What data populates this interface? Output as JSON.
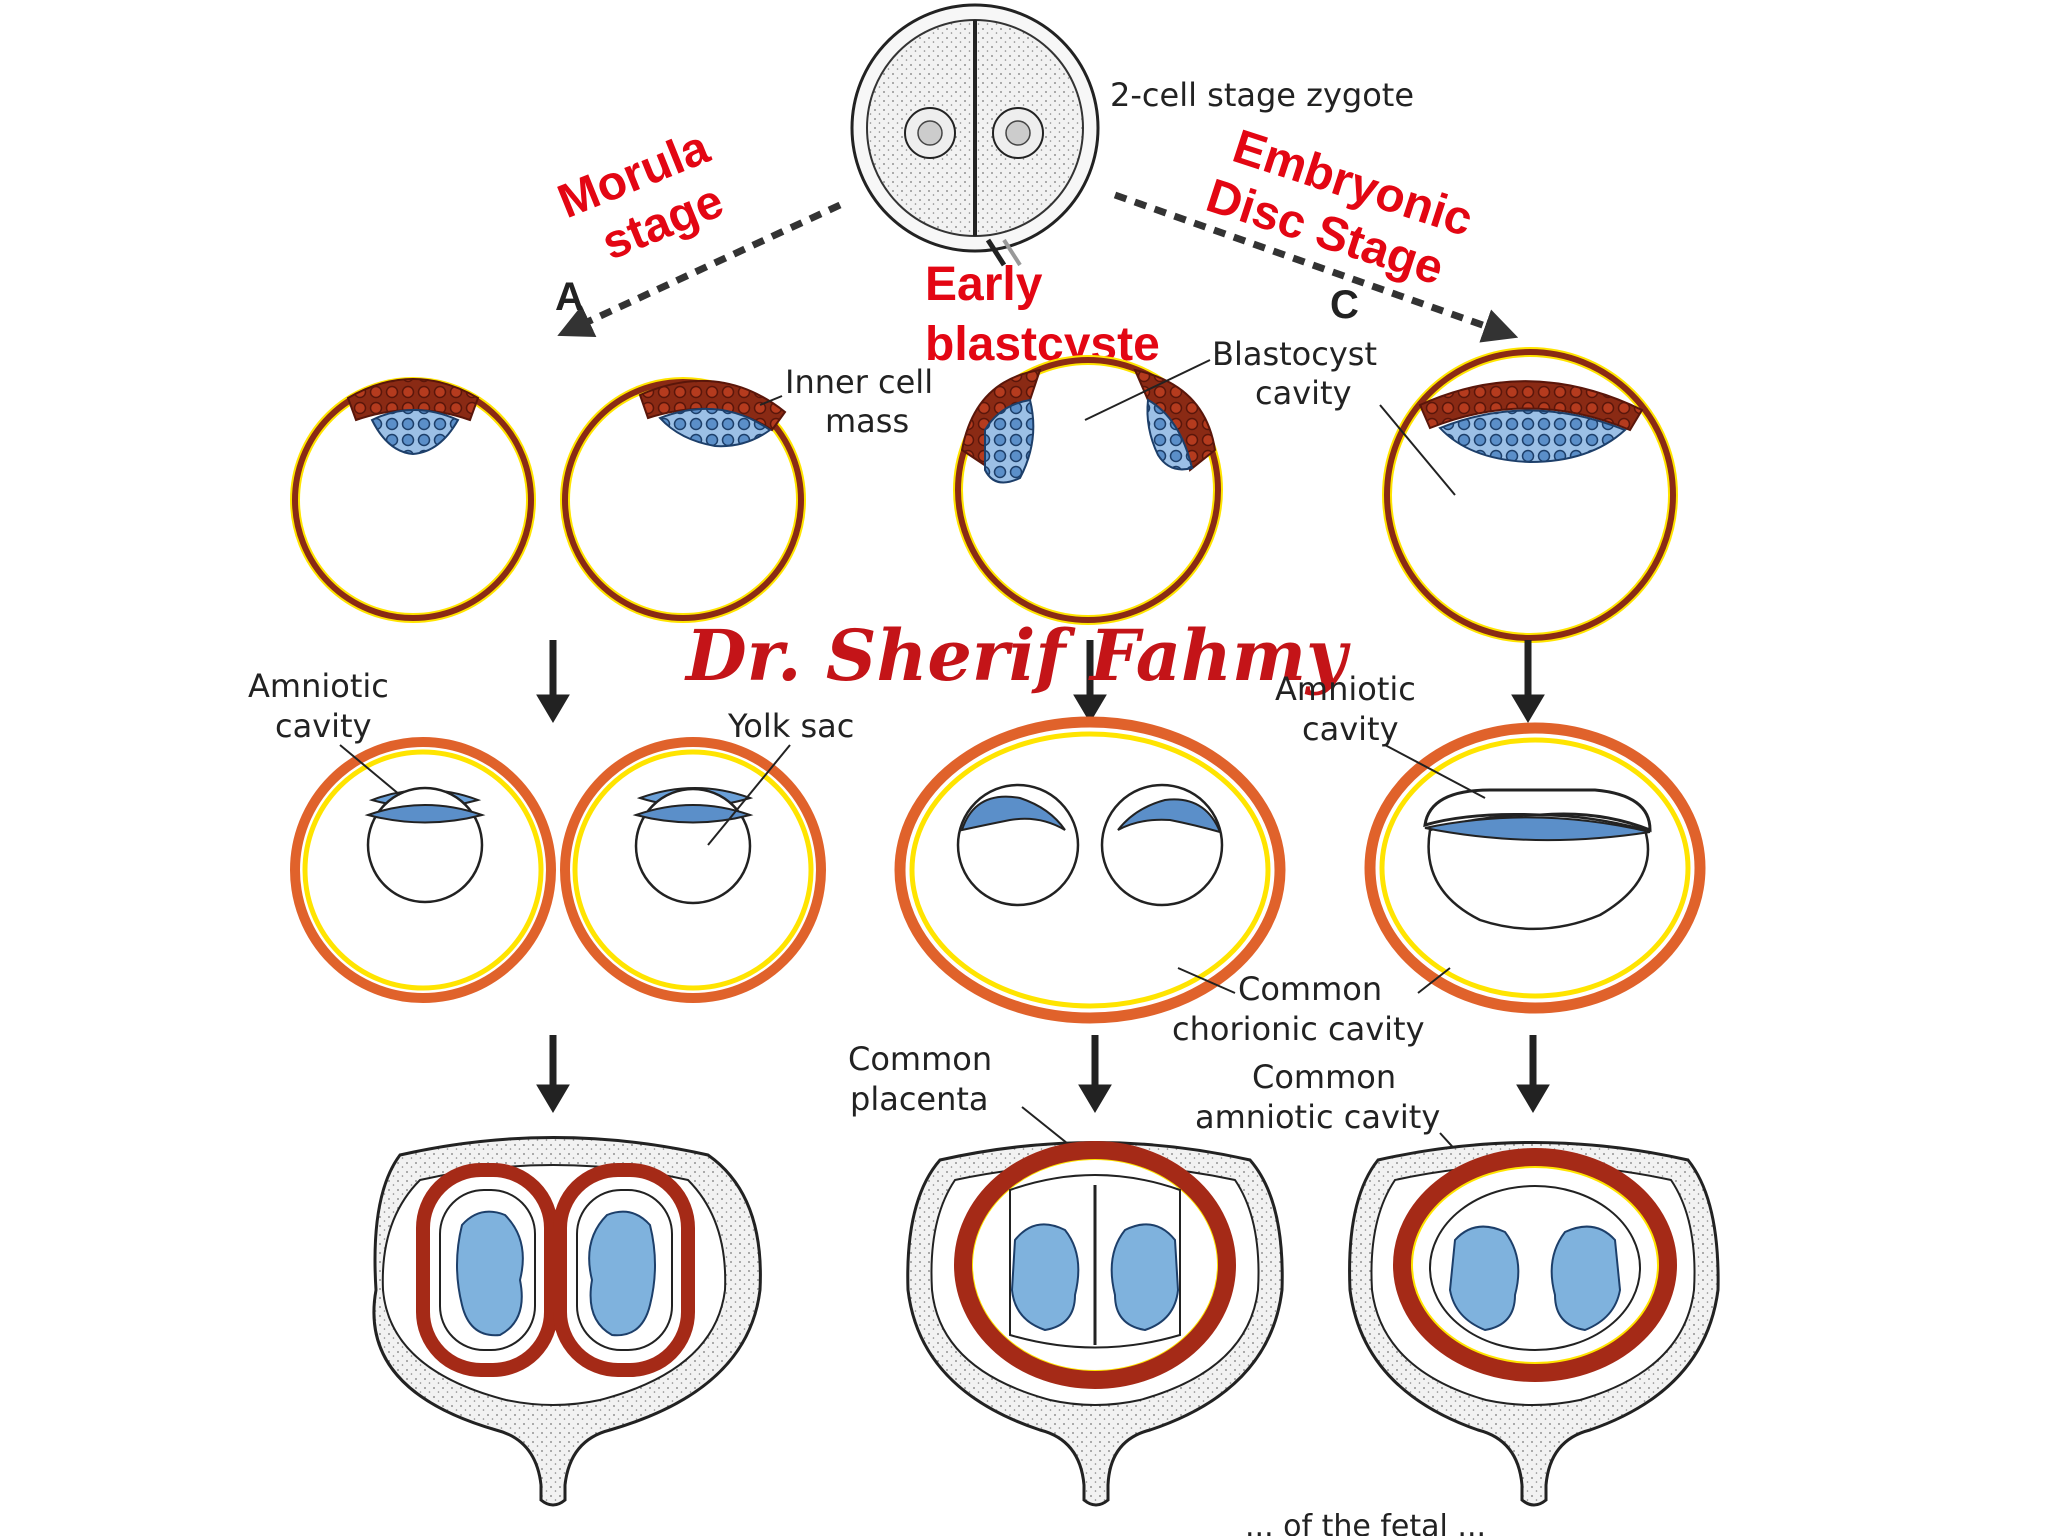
{
  "labels": {
    "zygote": "2-cell stage zygote",
    "inner_cell_mass_1": "Inner cell",
    "inner_cell_mass_2": "mass",
    "blastocyst_cavity_1": "Blastocyst",
    "blastocyst_cavity_2": "cavity",
    "amniotic_cavity_left_1": "Amniotic",
    "amniotic_cavity_left_2": "cavity",
    "yolk_sac": "Yolk sac",
    "amniotic_cavity_right_1": "Amniotic",
    "amniotic_cavity_right_2": "cavity",
    "common_chorionic_1": "Common",
    "common_chorionic_2": "chorionic cavity",
    "common_placenta_1": "Common",
    "common_placenta_2": "placenta",
    "common_amniotic_1": "Common",
    "common_amniotic_2": "amniotic cavity",
    "footer_fragment": "... of the fetal ..."
  },
  "annotations": {
    "morula_1": "Morula",
    "morula_2": "stage",
    "early_blast_1": "Early",
    "early_blast_2": "blastcyste",
    "embryonic_1": "Embryonic",
    "embryonic_2": "Disc Stage"
  },
  "path_letters": {
    "a": "A",
    "c": "C"
  },
  "signature": "Dr. Sherif Fahmy",
  "colors": {
    "trophoblast": "#c0391b",
    "trophoblast_dark": "#7a1f10",
    "inner_cell": "#5b8fc9",
    "fetus": "#7fb2dd",
    "yellow_rim": "#ffe400",
    "annotation_red": "#e30613",
    "chorion_orange": "#e0622b",
    "placenta": "#a52a17"
  }
}
